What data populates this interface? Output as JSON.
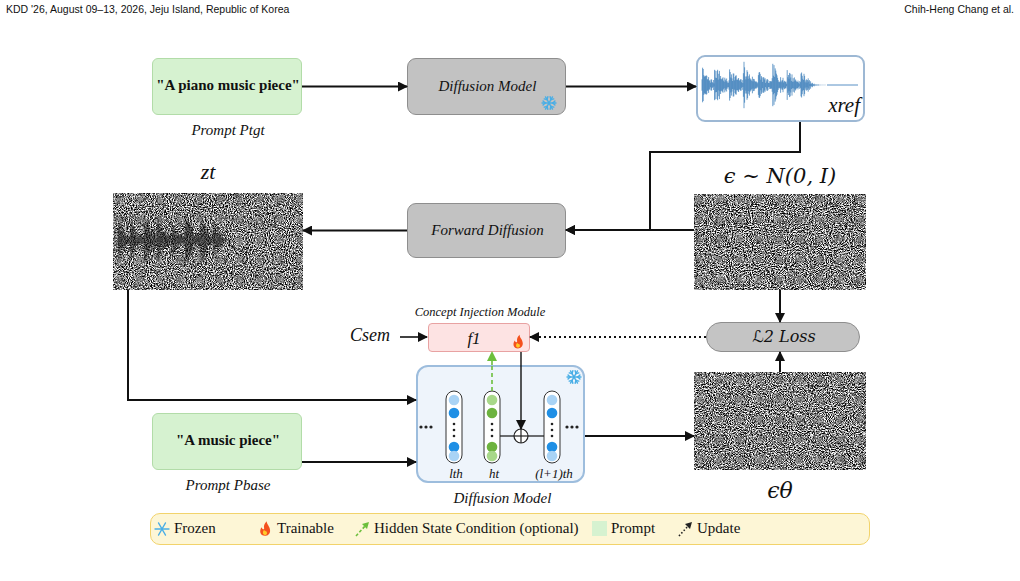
{
  "diagram": {
    "nodes": [
      {
        "text": [
          "\"A piano music piece\"",
          "Prompt Ptgt"
        ]
      },
      {
        "text": [
          "Diffusion Model"
        ]
      },
      {
        "text": [
          "xref"
        ]
      },
      {
        "text": [
          "zt"
        ]
      },
      {
        "text": [
          "Forward Diffusion"
        ]
      },
      {
        "text": [
          "ϵ ∼ N(0, I)"
        ]
      },
      {
        "text": [
          "Concept Injection Module",
          "f1"
        ]
      },
      {
        "text": [
          "ℒ2 Loss"
        ]
      },
      {
        "text": [
          "\"A music piece\"",
          "Prompt Pbase"
        ]
      },
      {
        "text": [
          "lth",
          "ht",
          "(l+1)th",
          "Diffusion Model"
        ]
      },
      {
        "text": [
          "ϵθ"
        ]
      }
    ],
    "edges": [
      {
        "from": 0,
        "to": 1,
        "arrow": "to"
      },
      {
        "from": 1,
        "to": 2,
        "arrow": "to"
      },
      {
        "from": 2,
        "to": 4,
        "arrow": "to"
      },
      {
        "from": 5,
        "to": 4,
        "arrow": "to"
      },
      {
        "from": 4,
        "to": 3,
        "arrow": "to"
      },
      {
        "from": 3,
        "to": 9,
        "arrow": "to"
      },
      {
        "from": 8,
        "to": 9,
        "arrow": "to"
      },
      {
        "from": 9,
        "to": 10,
        "arrow": "to"
      },
      {
        "from": 5,
        "to": 7,
        "arrow": "to"
      },
      {
        "from": 10,
        "to": 7,
        "arrow": "to"
      },
      {
        "from": 7,
        "to": 6,
        "arrow": "to"
      },
      {
        "from": 9,
        "to": 6,
        "arrow": "to"
      },
      {
        "from": 6,
        "to": 9,
        "arrow": "to"
      }
    ],
    "labels": [
      "KDD '26, August 09–13, 2026, Jeju Island, Republic of Korea",
      "Chih-Heng Chang et al.",
      "Csem"
    ],
    "legend": [
      {
        "text": "Frozen"
      },
      {
        "text": "Trainable"
      },
      {
        "text": "Hidden State Condition (optional)"
      },
      {
        "text": "Prompt",
        "color": "#d6f2d0"
      },
      {
        "text": "Update"
      }
    ]
  }
}
